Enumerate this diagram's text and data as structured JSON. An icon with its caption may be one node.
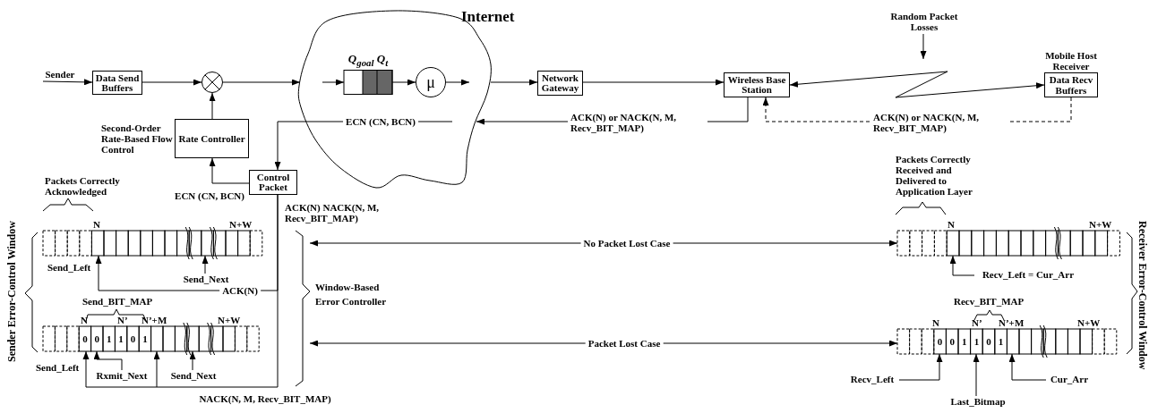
{
  "diagram": {
    "nodes": [
      {
        "text": [
          "Internet"
        ]
      },
      {
        "text": [
          "Sender"
        ]
      },
      {
        "text": [
          "Data Send Buffers"
        ]
      },
      {
        "text": [],
        "shape": "circle"
      },
      {
        "text": [
          "Q$_{goal}$ Q$_{t}$"
        ],
        "in": 0
      },
      {
        "text": [
          "μ"
        ],
        "in": 0
      },
      {
        "text": [
          "Network Gateway"
        ]
      },
      {
        "text": [
          "Wireless Base Station"
        ]
      },
      {
        "text": [
          "Random Packet Losses"
        ]
      },
      {
        "text": [
          "Mobile Host Receiver",
          "Data Recv Buffers"
        ]
      },
      {
        "text": [
          "Rate Controller"
        ],
        "beside": [
          "Second-Order Rate-Based Flow Control"
        ]
      },
      {
        "text": [
          "Control Packet"
        ]
      },
      {
        "text": [],
        "shape": "bar"
      },
      {
        "text": [
          "0",
          "0",
          "1",
          "1",
          "0",
          "1"
        ]
      },
      {
        "text": [],
        "shape": "bar"
      },
      {
        "text": [
          "0",
          "0",
          "1",
          "1",
          "0",
          "1"
        ]
      },
      {
        "text": [
          "Send_Next"
        ]
      },
      {
        "text": [
          "Rxmit_Next"
        ]
      },
      {
        "text": [
          "Send_Next"
        ]
      },
      {
        "text": [
          "Window-Based Error Controller"
        ]
      },
      {
        "text": [
          "Recv_Left = Cur_Arr"
        ]
      },
      {
        "text": [
          "Recv_Left"
        ]
      },
      {
        "text": [
          "Last_Bitmap"
        ]
      },
      {
        "text": [
          "Cur_Arr"
        ]
      }
    ],
    "edges": [
      {
        "from": 1,
        "to": 2,
        "arrow": "to"
      },
      {
        "from": 2,
        "to": 3,
        "arrow": "to"
      },
      {
        "from": 3,
        "to": 0,
        "arrow": "to"
      },
      {
        "from": null,
        "to": 4,
        "arrow": "to"
      },
      {
        "from": 4,
        "to": 5,
        "arrow": "to"
      },
      {
        "from": 5,
        "to": null,
        "arrow": "to"
      },
      {
        "from": 0,
        "to": 6,
        "arrow": "to"
      },
      {
        "from": 6,
        "to": 7,
        "arrow": "to"
      },
      {
        "from": 7,
        "to": 9,
        "arrow": "both"
      },
      {
        "from": 8,
        "to": null,
        "arrow": "to"
      },
      {
        "from": 7,
        "to": 0,
        "arrow": "to",
        "label": "ACK(N) or NACK(N, M, Recv_BIT_MAP)"
      },
      {
        "from": 0,
        "to": 11,
        "arrow": "to",
        "label": "ECN (CN, BCN)"
      },
      {
        "from": 11,
        "to": 10,
        "arrow": "to",
        "label": "ECN (CN, BCN)"
      },
      {
        "from": 10,
        "to": 3,
        "arrow": "to"
      },
      {
        "from": 9,
        "to": 7,
        "arrow": "to",
        "style": "dashed",
        "label": "ACK(N) or NACK(N, M, Recv_BIT_MAP)"
      },
      {
        "from": 11,
        "to": 12,
        "arrow": "to",
        "label": "ACK(N)"
      },
      {
        "from": 11,
        "to": 13,
        "arrow": "to",
        "label": "NACK(N, M, Recv_BIT_MAP)"
      },
      {
        "from": 16,
        "to": 12,
        "arrow": "to"
      },
      {
        "from": 17,
        "to": 13,
        "arrow": "to"
      },
      {
        "from": 18,
        "to": 13,
        "arrow": "to"
      },
      {
        "from": 19,
        "to": 14,
        "arrow": "both",
        "label": "No Packet Lost Case"
      },
      {
        "from": 19,
        "to": 15,
        "arrow": "both",
        "label": "Packet Lost Case"
      },
      {
        "from": 20,
        "to": 14,
        "arrow": "to"
      },
      {
        "from": 21,
        "to": 15,
        "arrow": "to"
      },
      {
        "from": 22,
        "to": 15,
        "arrow": "to"
      },
      {
        "from": 23,
        "to": 15,
        "arrow": "to"
      }
    ],
    "labels": [
      "Packets Correctly Acknowledged",
      "Packets Correctly Received and Delivered to Application Layer",
      "ACK(N) NACK(N, M, Recv_BIT_MAP)",
      "N",
      "N+W",
      "N",
      "N+W",
      "Sender Error-Control Window",
      "Send_Left",
      "Send_BIT_MAP",
      "Recv_BIT_MAP",
      "N",
      "N’",
      "N’+M",
      "N+W",
      "N",
      "N’",
      "N’+M",
      "N+W",
      "Receiver Error-Control Window",
      "Send_Left"
    ]
  }
}
